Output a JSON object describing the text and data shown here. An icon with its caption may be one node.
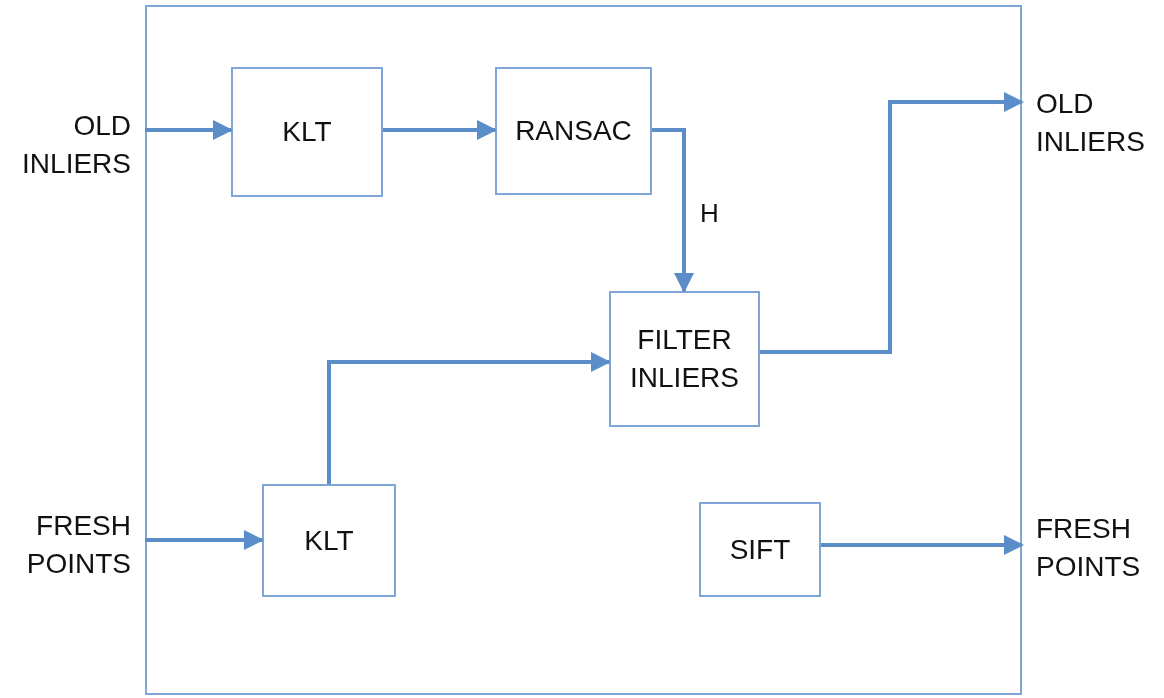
{
  "diagram": {
    "nodes": [
      {
        "text": [],
        "shape": "box"
      },
      {
        "text": [
          "OLD INLIERS"
        ]
      },
      {
        "text": [
          "KLT"
        ],
        "in": 0
      },
      {
        "text": [
          "RANSAC"
        ],
        "in": 0
      },
      {
        "text": [
          "OLD INLIERS"
        ]
      },
      {
        "text": [
          "FILTER INLIERS"
        ],
        "in": 0
      },
      {
        "text": [
          "FRESH POINTS"
        ]
      },
      {
        "text": [
          "KLT"
        ],
        "in": 0
      },
      {
        "text": [
          "SIFT"
        ],
        "in": 0
      },
      {
        "text": [
          "FRESH POINTS"
        ]
      }
    ],
    "edges": [
      {
        "from": 1,
        "to": 2,
        "arrow": "to"
      },
      {
        "from": 2,
        "to": 3,
        "arrow": "to"
      },
      {
        "from": 3,
        "to": 5,
        "arrow": "to",
        "label": "H"
      },
      {
        "from": 5,
        "to": 4,
        "arrow": "to"
      },
      {
        "from": 6,
        "to": 7,
        "arrow": "to"
      },
      {
        "from": 7,
        "to": 5,
        "arrow": "to"
      },
      {
        "from": 8,
        "to": 9,
        "arrow": "to"
      }
    ]
  }
}
